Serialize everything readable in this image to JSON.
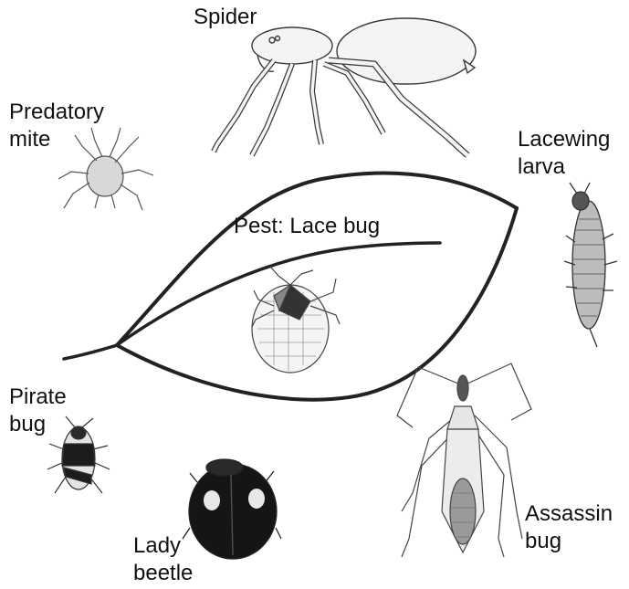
{
  "labels": {
    "spider": "Spider",
    "predatory_mite": "Predatory\nmite",
    "lacewing_larva": "Lacewing\nlarva",
    "pest_lace_bug": "Pest: Lace bug",
    "pirate_bug": "Pirate\nbug",
    "lady_beetle": "Lady\nbeetle",
    "assassin_bug": "Assassin\nbug"
  },
  "colors": {
    "outline": "#3a3a3a",
    "leaf_stroke": "#222222",
    "beetle_shell": "#151515",
    "spider_fill": "#f4f4f4",
    "background": "#ffffff"
  },
  "icons": [
    "spider-icon",
    "predatory-mite-icon",
    "lacewing-larva-icon",
    "leaf-icon",
    "lace-bug-icon",
    "pirate-bug-icon",
    "lady-beetle-icon",
    "assassin-bug-icon"
  ]
}
